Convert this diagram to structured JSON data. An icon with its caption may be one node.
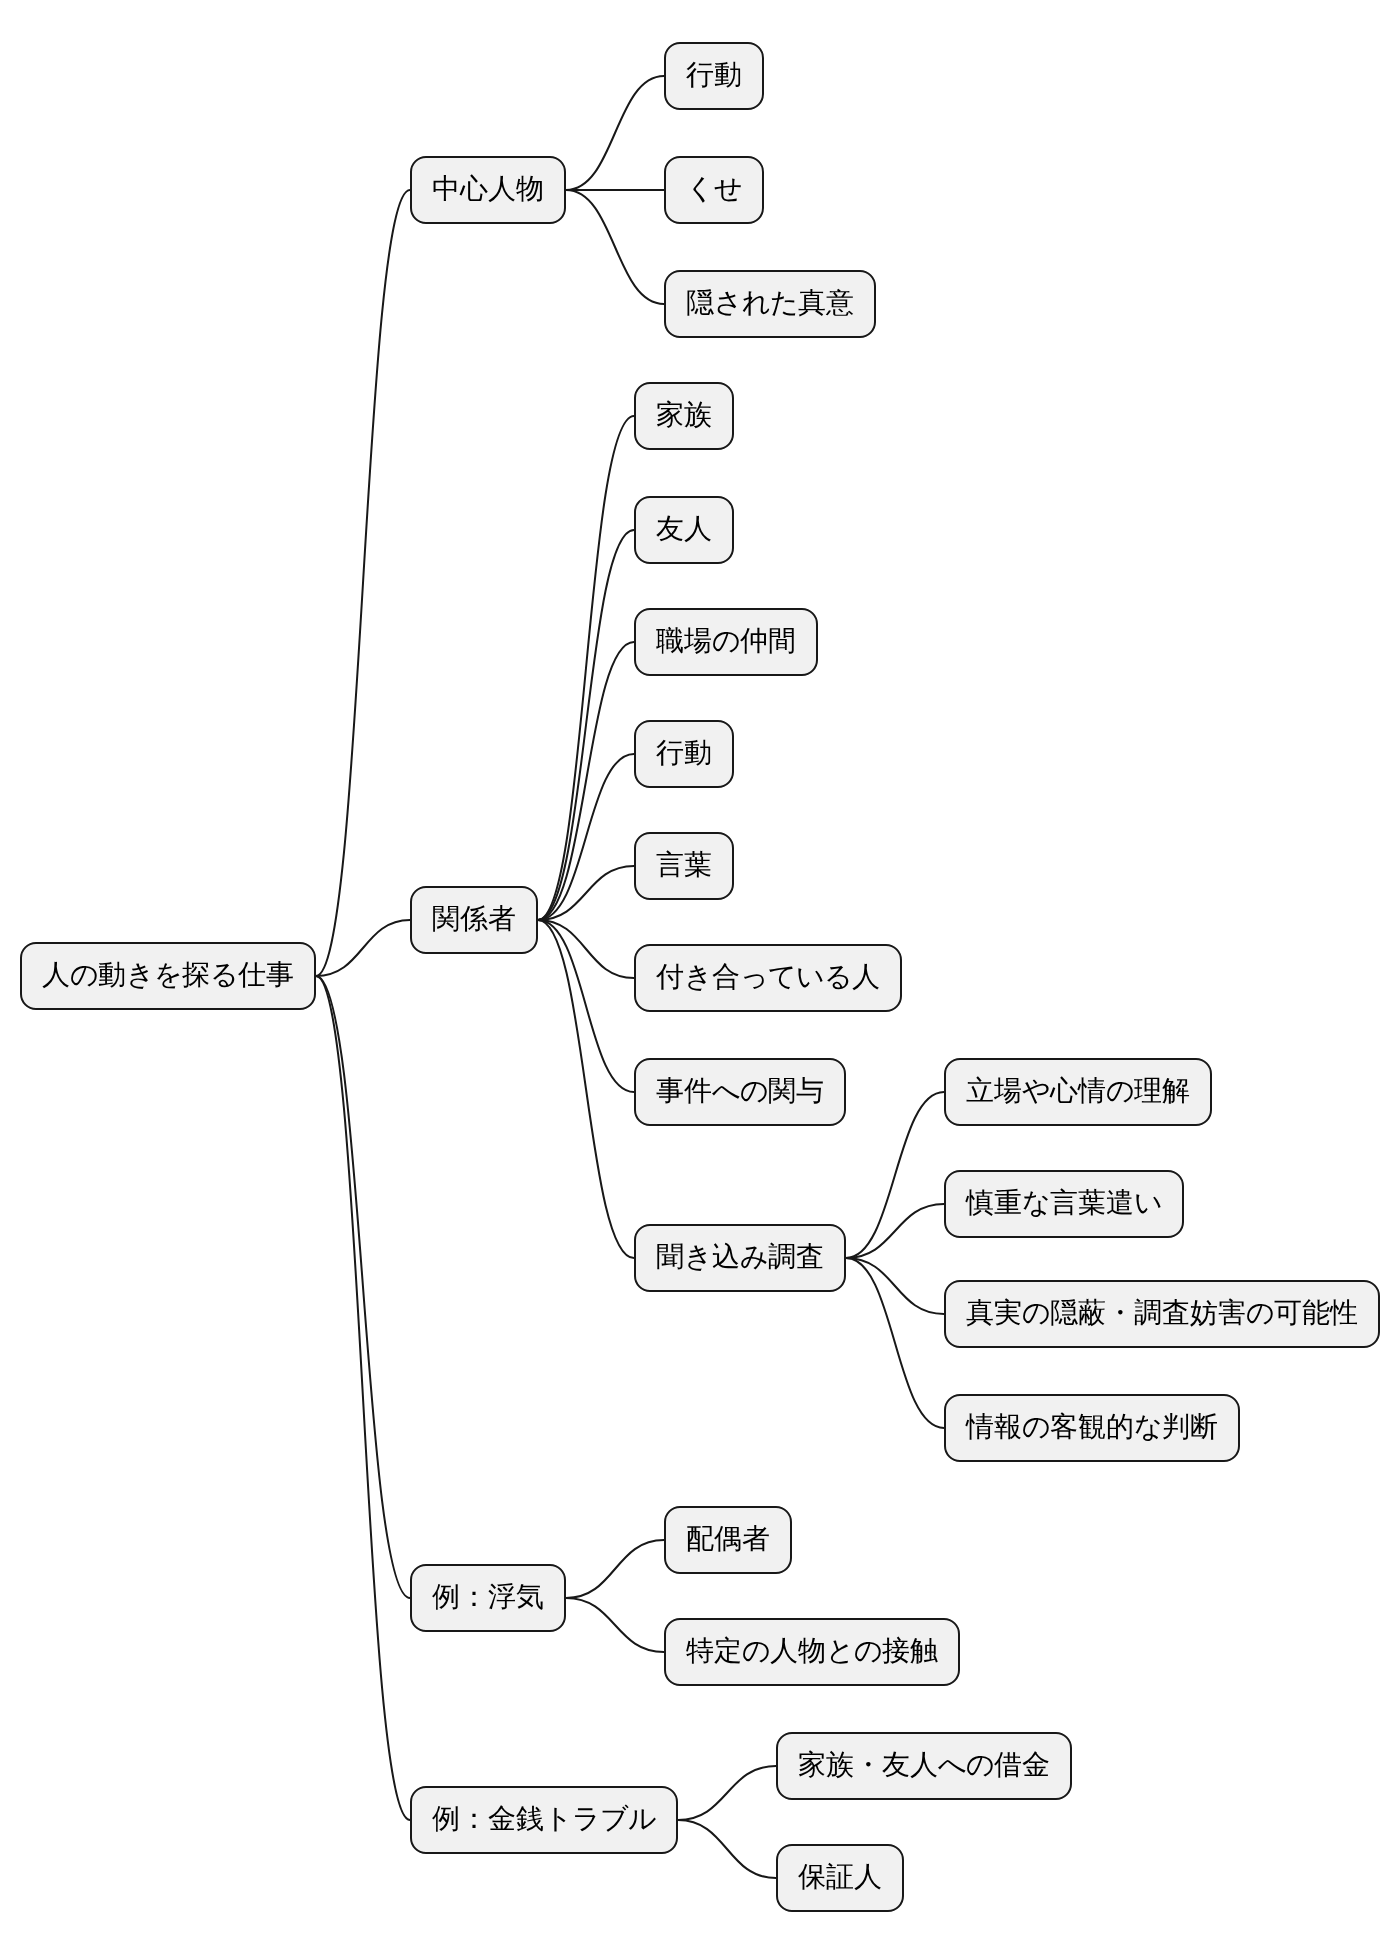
{
  "diagram": {
    "nodes": [
      {
        "text": [
          "人の動きを探る仕事"
        ]
      },
      {
        "text": [
          "中心人物"
        ]
      },
      {
        "text": [
          "行動"
        ]
      },
      {
        "text": [
          "くせ"
        ]
      },
      {
        "text": [
          "隠された真意"
        ]
      },
      {
        "text": [
          "関係者"
        ]
      },
      {
        "text": [
          "家族"
        ]
      },
      {
        "text": [
          "友人"
        ]
      },
      {
        "text": [
          "職場の仲間"
        ]
      },
      {
        "text": [
          "行動"
        ]
      },
      {
        "text": [
          "言葉"
        ]
      },
      {
        "text": [
          "付き合っている人"
        ]
      },
      {
        "text": [
          "事件への関与"
        ]
      },
      {
        "text": [
          "聞き込み調査"
        ]
      },
      {
        "text": [
          "立場や心情の理解"
        ]
      },
      {
        "text": [
          "慎重な言葉遣い"
        ]
      },
      {
        "text": [
          "真実の隠蔽・調査妨害の可能性"
        ]
      },
      {
        "text": [
          "情報の客観的な判断"
        ]
      },
      {
        "text": [
          "例：浮気"
        ]
      },
      {
        "text": [
          "配偶者"
        ]
      },
      {
        "text": [
          "特定の人物との接触"
        ]
      },
      {
        "text": [
          "例：金銭トラブル"
        ]
      },
      {
        "text": [
          "家族・友人への借金"
        ]
      },
      {
        "text": [
          "保証人"
        ]
      }
    ],
    "edges": [
      {
        "from": 0,
        "to": 1,
        "arrow": "none"
      },
      {
        "from": 1,
        "to": 2,
        "arrow": "none"
      },
      {
        "from": 1,
        "to": 3,
        "arrow": "none"
      },
      {
        "from": 1,
        "to": 4,
        "arrow": "none"
      },
      {
        "from": 0,
        "to": 5,
        "arrow": "none"
      },
      {
        "from": 5,
        "to": 6,
        "arrow": "none"
      },
      {
        "from": 5,
        "to": 7,
        "arrow": "none"
      },
      {
        "from": 5,
        "to": 8,
        "arrow": "none"
      },
      {
        "from": 5,
        "to": 9,
        "arrow": "none"
      },
      {
        "from": 5,
        "to": 10,
        "arrow": "none"
      },
      {
        "from": 5,
        "to": 11,
        "arrow": "none"
      },
      {
        "from": 5,
        "to": 12,
        "arrow": "none"
      },
      {
        "from": 5,
        "to": 13,
        "arrow": "none"
      },
      {
        "from": 13,
        "to": 14,
        "arrow": "none"
      },
      {
        "from": 13,
        "to": 15,
        "arrow": "none"
      },
      {
        "from": 13,
        "to": 16,
        "arrow": "none"
      },
      {
        "from": 13,
        "to": 17,
        "arrow": "none"
      },
      {
        "from": 0,
        "to": 18,
        "arrow": "none"
      },
      {
        "from": 18,
        "to": 19,
        "arrow": "none"
      },
      {
        "from": 18,
        "to": 20,
        "arrow": "none"
      },
      {
        "from": 0,
        "to": 21,
        "arrow": "none"
      },
      {
        "from": 21,
        "to": 22,
        "arrow": "none"
      },
      {
        "from": 21,
        "to": 23,
        "arrow": "none"
      }
    ]
  }
}
